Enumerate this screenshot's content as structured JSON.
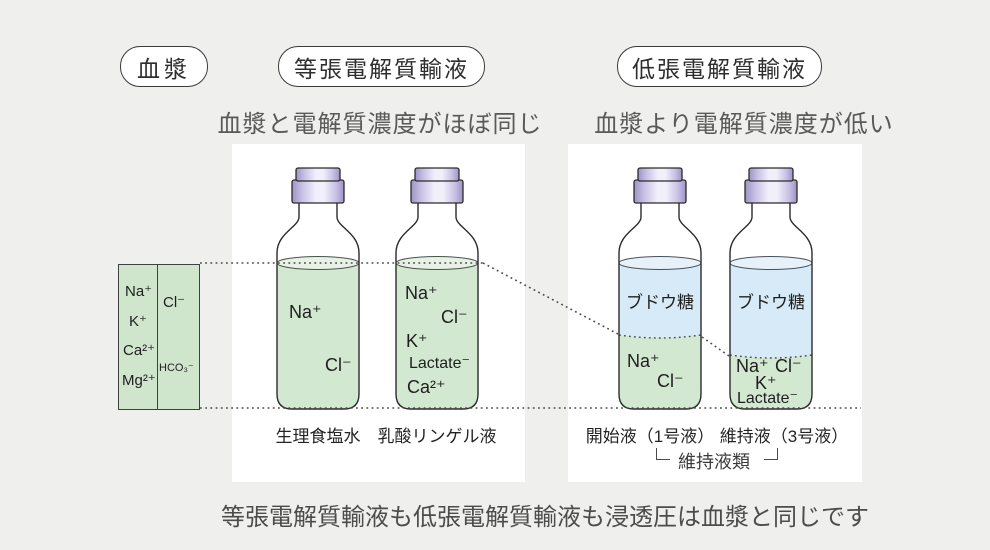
{
  "colors": {
    "background": "#efefee",
    "panel": "#ffffff",
    "saline_green": "#d3e8d1",
    "glucose_blue": "#d6eaf7",
    "cap_lavender": "#b9aed8",
    "outline": "#2b2b2b",
    "dotted_line": "#4a4a4a"
  },
  "headers": {
    "plasma_tag": "血漿",
    "isotonic_tag": "等張電解質輸液",
    "hypotonic_tag": "低張電解質輸液",
    "isotonic_note": "血漿と電解質濃度がほぼ同じ",
    "hypotonic_note": "血漿より電解質濃度が低い"
  },
  "plasma_box": {
    "cations": [
      "Na⁺",
      "K⁺",
      "Ca²⁺",
      "Mg²⁺"
    ],
    "anions": [
      "Cl⁻",
      "HCO₃⁻"
    ]
  },
  "isotonic_panel": {
    "bottle1": {
      "label": "生理食塩水",
      "ions": {
        "na": "Na⁺",
        "cl": "Cl⁻"
      }
    },
    "bottle2": {
      "label": "乳酸リンゲル液",
      "ions": {
        "na": "Na⁺",
        "cl": "Cl⁻",
        "k": "K⁺",
        "lactate": "Lactate⁻",
        "ca": "Ca²⁺"
      }
    }
  },
  "hypotonic_panel": {
    "bottle3": {
      "label": "開始液（1号液）",
      "glucose": "ブドウ糖",
      "ions": {
        "na": "Na⁺",
        "cl": "Cl⁻"
      }
    },
    "bottle4": {
      "label": "維持液（3号液）",
      "glucose": "ブドウ糖",
      "ions": {
        "na": "Na⁺",
        "cl": "Cl⁻",
        "k": "K⁺",
        "lactate": "Lactate⁻"
      }
    },
    "group_label": "維持液類"
  },
  "caption": "等張電解質輸液も低張電解質輸液も浸透圧は血漿と同じです"
}
